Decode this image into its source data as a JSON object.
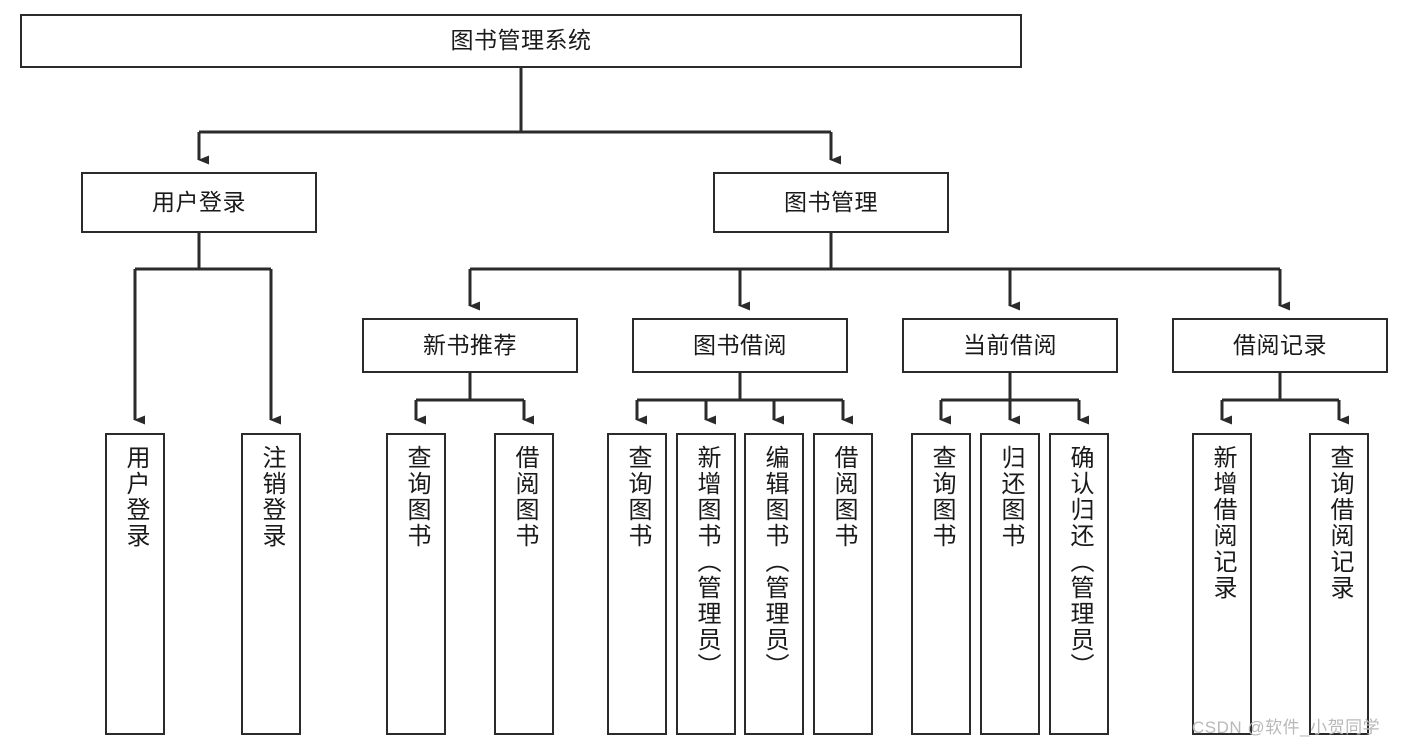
{
  "diagram": {
    "type": "hierarchy-tree",
    "title": "图书管理系统",
    "level2": [
      {
        "id": "user-login",
        "label": "用户登录"
      },
      {
        "id": "book-management",
        "label": "图书管理"
      }
    ],
    "level3": [
      {
        "id": "new-book-recommend",
        "label": "新书推荐"
      },
      {
        "id": "book-borrow",
        "label": "图书借阅"
      },
      {
        "id": "current-borrow",
        "label": "当前借阅"
      },
      {
        "id": "borrow-record",
        "label": "借阅记录"
      }
    ],
    "leaves": {
      "user_login": [
        {
          "id": "leaf-user-login",
          "label": "用户登录"
        },
        {
          "id": "leaf-logout-login",
          "label": "注销登录"
        }
      ],
      "new_book_recommend": [
        {
          "id": "leaf-query-book-1",
          "label": "查询图书"
        },
        {
          "id": "leaf-borrow-book-1",
          "label": "借阅图书"
        }
      ],
      "book_borrow": [
        {
          "id": "leaf-query-book-2",
          "label": "查询图书"
        },
        {
          "id": "leaf-add-book-admin",
          "label": "新增图书（管理员）"
        },
        {
          "id": "leaf-edit-book-admin",
          "label": "编辑图书（管理员）"
        },
        {
          "id": "leaf-borrow-book-2",
          "label": "借阅图书"
        }
      ],
      "current_borrow": [
        {
          "id": "leaf-query-book-3",
          "label": "查询图书"
        },
        {
          "id": "leaf-return-book",
          "label": "归还图书"
        },
        {
          "id": "leaf-confirm-return-admin",
          "label": "确认归还（管理员）"
        }
      ],
      "borrow_record": [
        {
          "id": "leaf-add-borrow-record",
          "label": "新增借阅记录"
        },
        {
          "id": "leaf-query-borrow-record",
          "label": "查询借阅记录"
        }
      ]
    }
  },
  "watermark": {
    "text": "CSDN @软件_小贺同学"
  },
  "colors": {
    "stroke": "#2b2b2b",
    "background": "#ffffff",
    "text": "#1a1a1a",
    "watermark": "#b9b9b9"
  }
}
